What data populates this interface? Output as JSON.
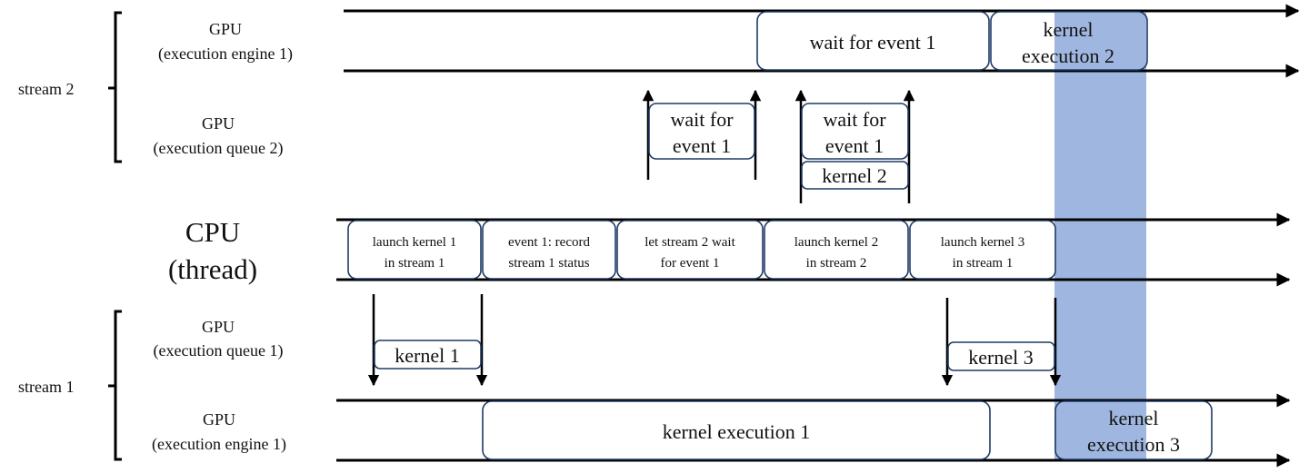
{
  "labels": {
    "stream2": "stream 2",
    "stream1": "stream 1",
    "gpu_engine_top": [
      "GPU",
      "(execution engine 1)"
    ],
    "gpu_queue2": [
      "GPU",
      "(execution queue 2)"
    ],
    "cpu": [
      "CPU",
      "(thread)"
    ],
    "gpu_queue1": [
      "GPU",
      "(execution queue 1)"
    ],
    "gpu_engine_bottom": [
      "GPU",
      "(execution engine 1)"
    ]
  },
  "boxes": {
    "engine_top_wait": [
      "wait for event 1"
    ],
    "engine_top_kernel2": [
      "kernel",
      "execution 2"
    ],
    "queue2_wait_a": [
      "wait for",
      "event 1"
    ],
    "queue2_wait_b": [
      "wait for",
      "event 1"
    ],
    "queue2_kernel2": [
      "kernel 2"
    ],
    "cpu_launch1": [
      "launch kernel 1",
      "in stream 1"
    ],
    "cpu_event1": [
      "event 1: record",
      "stream 1 status"
    ],
    "cpu_letwait": [
      "let stream 2 wait",
      "for event 1"
    ],
    "cpu_launch2": [
      "launch kernel 2",
      "in stream 2"
    ],
    "cpu_launch3": [
      "launch kernel 3",
      "in stream 1"
    ],
    "queue1_kernel1": [
      "kernel 1"
    ],
    "queue1_kernel3": [
      "kernel 3"
    ],
    "engine_bottom_kernel1": [
      "kernel execution 1"
    ],
    "engine_bottom_kernel3": [
      "kernel",
      "execution 3"
    ]
  },
  "colors": {
    "highlight": "#8eaadb",
    "box_border": "#1f3a66",
    "line": "#000000"
  }
}
